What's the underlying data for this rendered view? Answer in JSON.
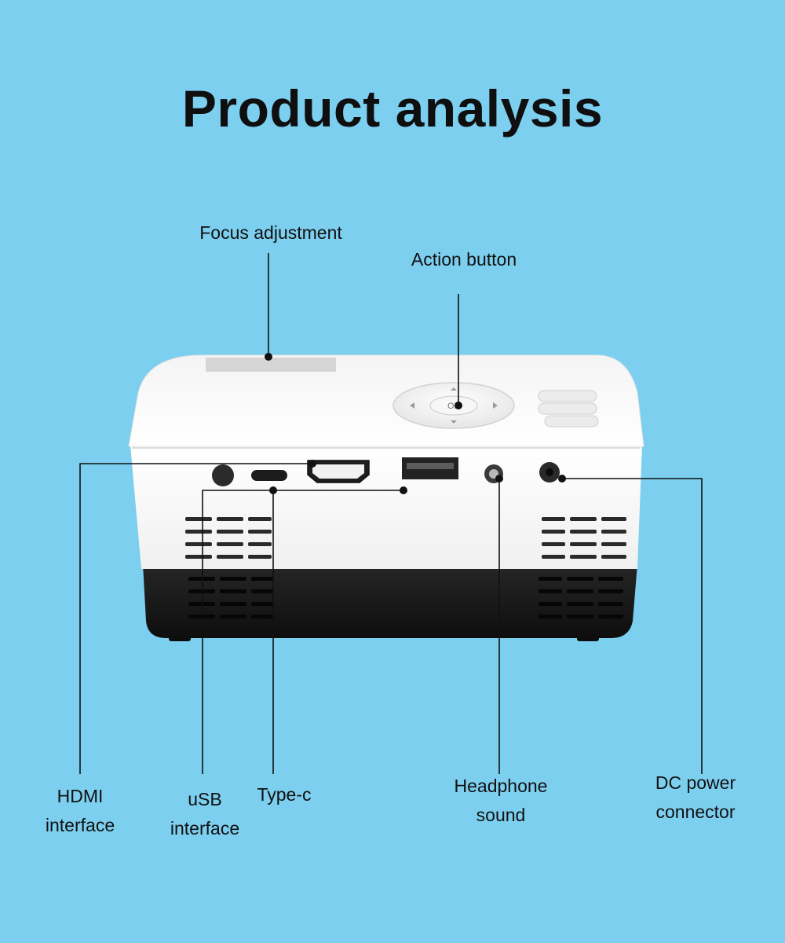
{
  "page": {
    "title": "Product analysis",
    "background": "#7ccfef"
  },
  "callouts": {
    "focus": {
      "line1": "Focus adjustment"
    },
    "action": {
      "line1": "Action button"
    },
    "hdmi": {
      "line1": "HDMI",
      "line2": "interface"
    },
    "usb": {
      "line1": "uSB",
      "line2": "interface"
    },
    "typec": {
      "line1": "Type-c"
    },
    "headphone": {
      "line1": "Headphone",
      "line2": "sound"
    },
    "dc": {
      "line1": "DC power",
      "line2": "connector"
    }
  },
  "device": {
    "ok_label": "OK",
    "body_color": "#ffffff",
    "base_color": "#1a1a1a"
  }
}
